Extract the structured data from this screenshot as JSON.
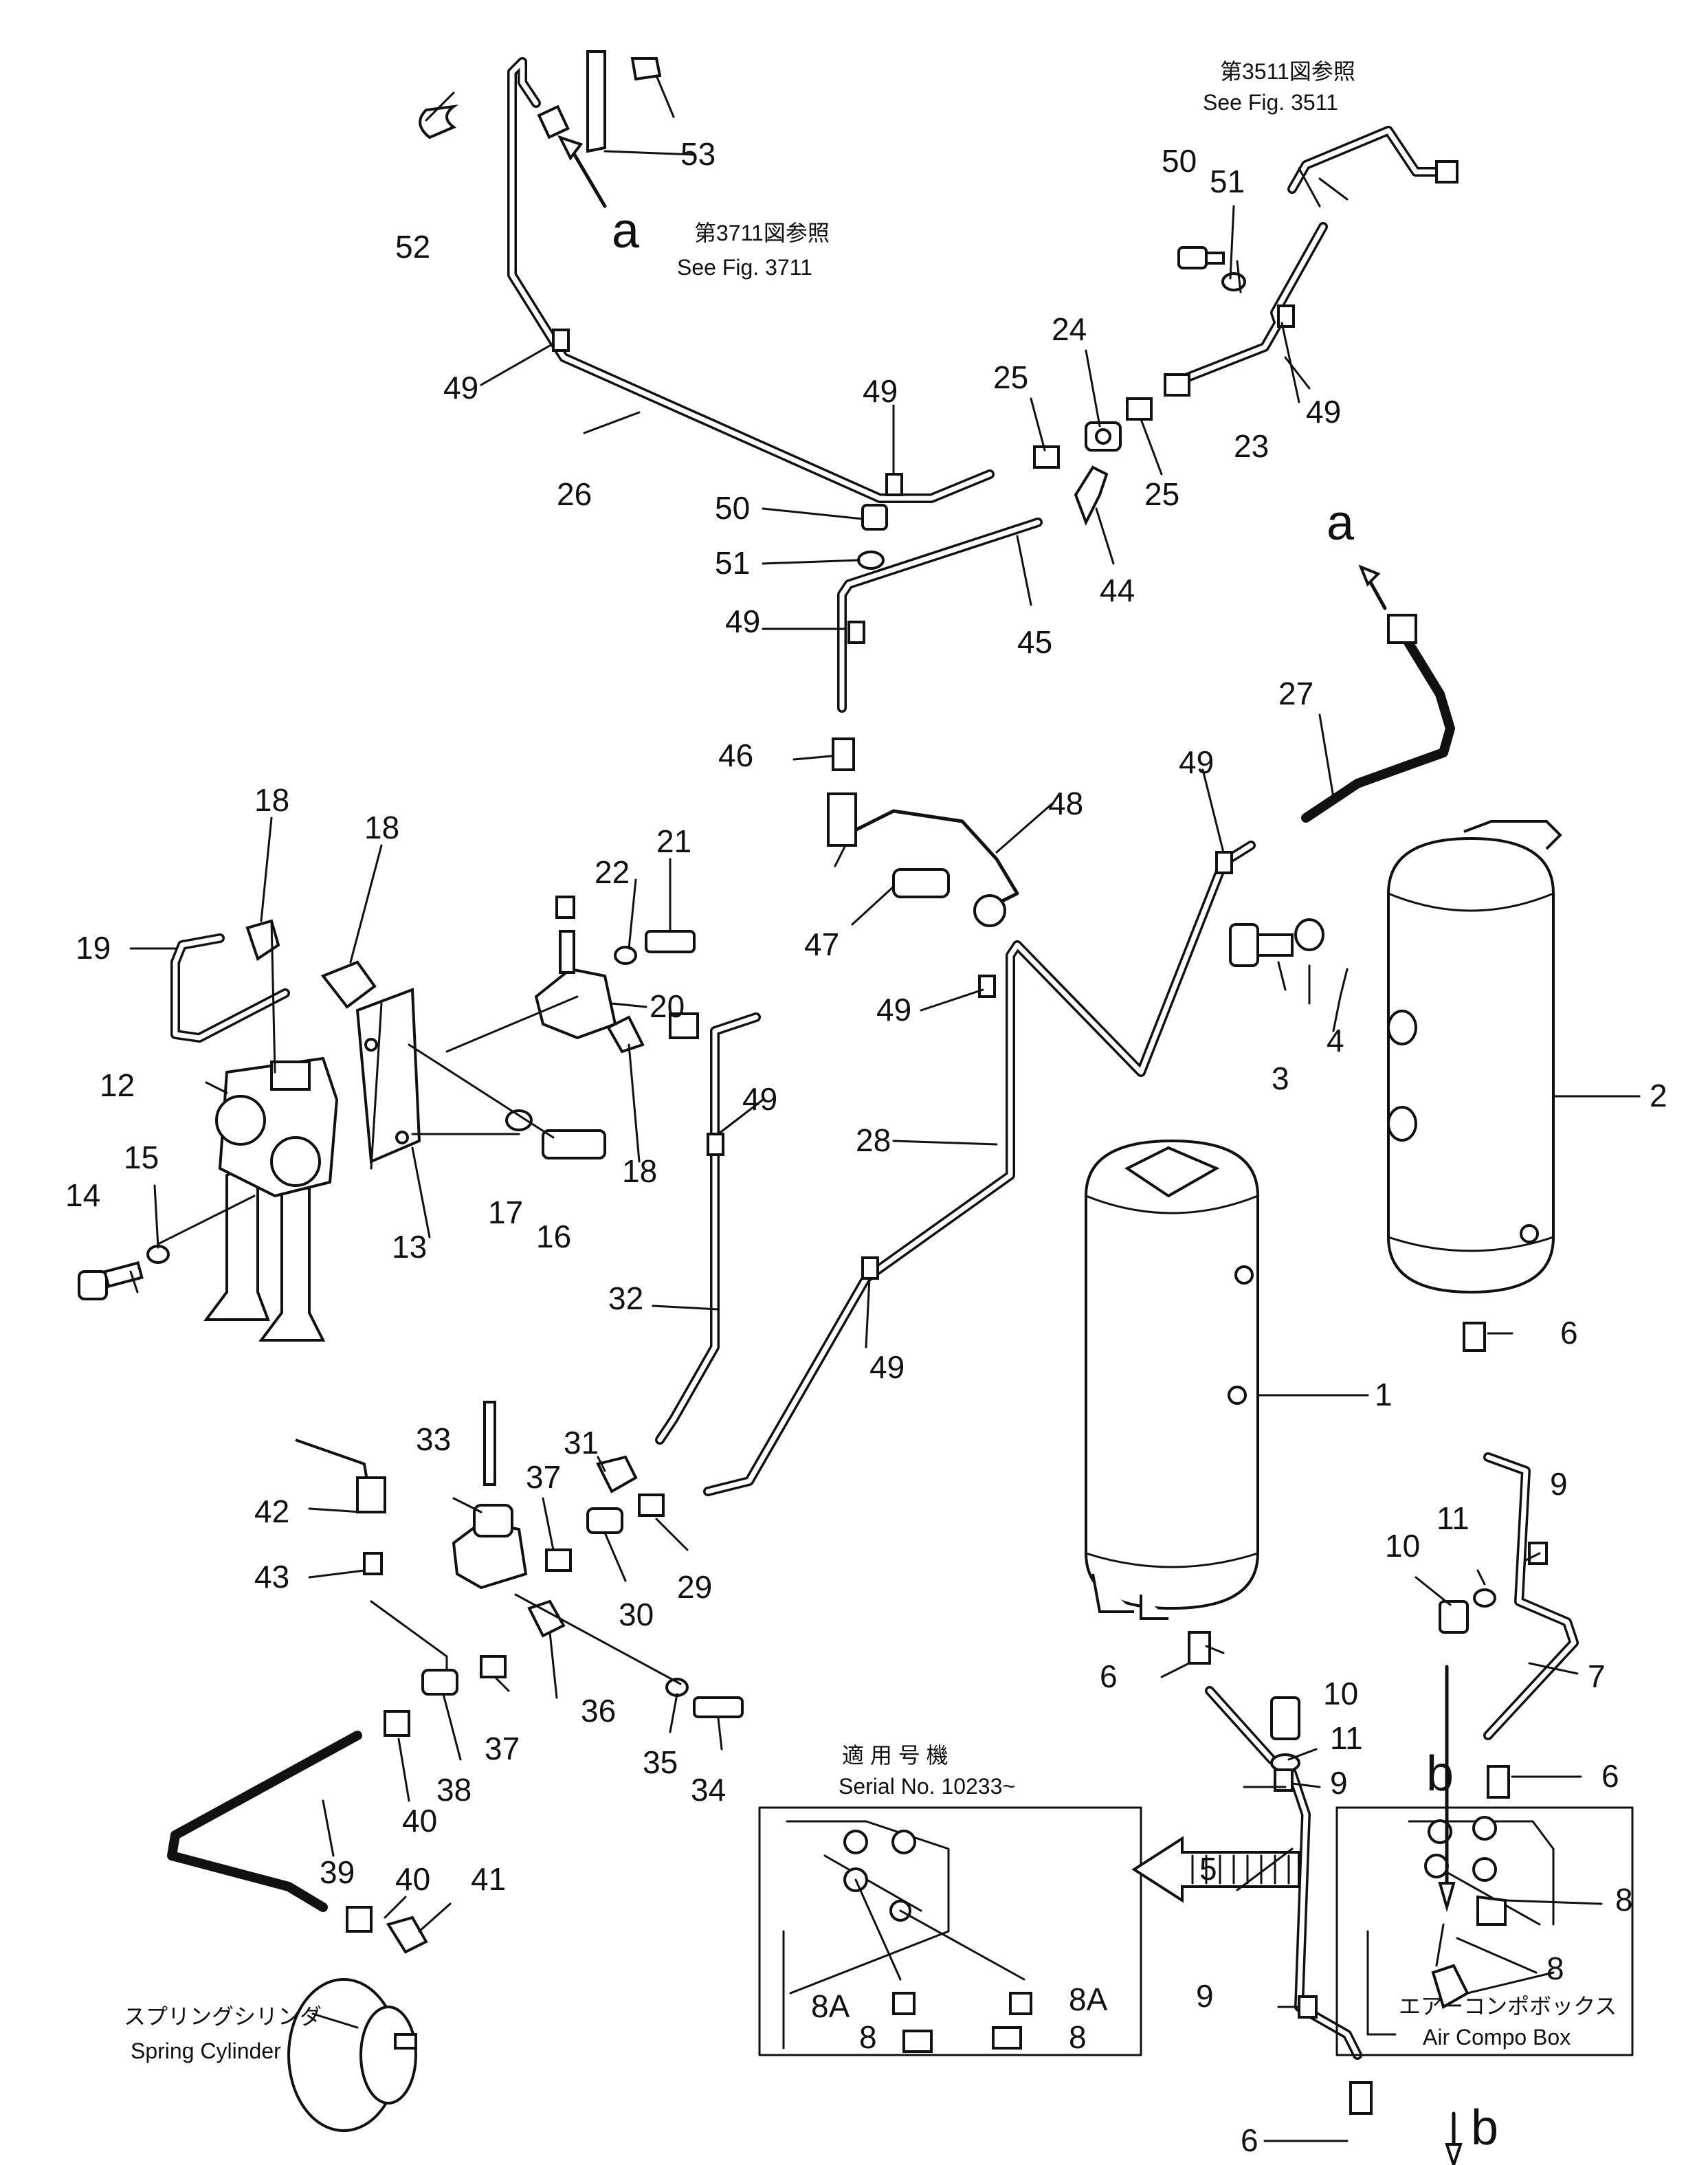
{
  "callouts": {
    "p1": "1",
    "p2": "2",
    "p3": "3",
    "p4": "4",
    "p5": "5",
    "p6": "6",
    "p7": "7",
    "p8": "8",
    "p8a": "8A",
    "p9": "9",
    "p10": "10",
    "p11": "11",
    "p12": "12",
    "p13": "13",
    "p14": "14",
    "p15": "15",
    "p16": "16",
    "p17": "17",
    "p18": "18",
    "p19": "19",
    "p20": "20",
    "p21": "21",
    "p22": "22",
    "p23": "23",
    "p24": "24",
    "p25": "25",
    "p26": "26",
    "p27": "27",
    "p28": "28",
    "p29": "29",
    "p30": "30",
    "p31": "31",
    "p32": "32",
    "p33": "33",
    "p34": "34",
    "p35": "35",
    "p36": "36",
    "p37": "37",
    "p38": "38",
    "p39": "39",
    "p40": "40",
    "p41": "41",
    "p42": "42",
    "p43": "43",
    "p44": "44",
    "p45": "45",
    "p46": "46",
    "p47": "47",
    "p48": "48",
    "p49": "49",
    "p50": "50",
    "p51": "51",
    "p52": "52",
    "p53": "53"
  },
  "connection_letters": {
    "a": "a",
    "b": "b"
  },
  "notes": {
    "fig3511_jp": "第3511図参照",
    "fig3511_en": "See Fig. 3511",
    "fig3711_jp": "第3711図参照",
    "fig3711_en": "See Fig. 3711",
    "serial_jp": "適 用 号 機",
    "serial_en": "Serial No. 10233~",
    "aircompo_jp": "エアーコンポボックス",
    "aircompo_en": "Air Compo Box",
    "spring_jp": "スプリングシリンダ",
    "spring_en": "Spring Cylinder"
  }
}
